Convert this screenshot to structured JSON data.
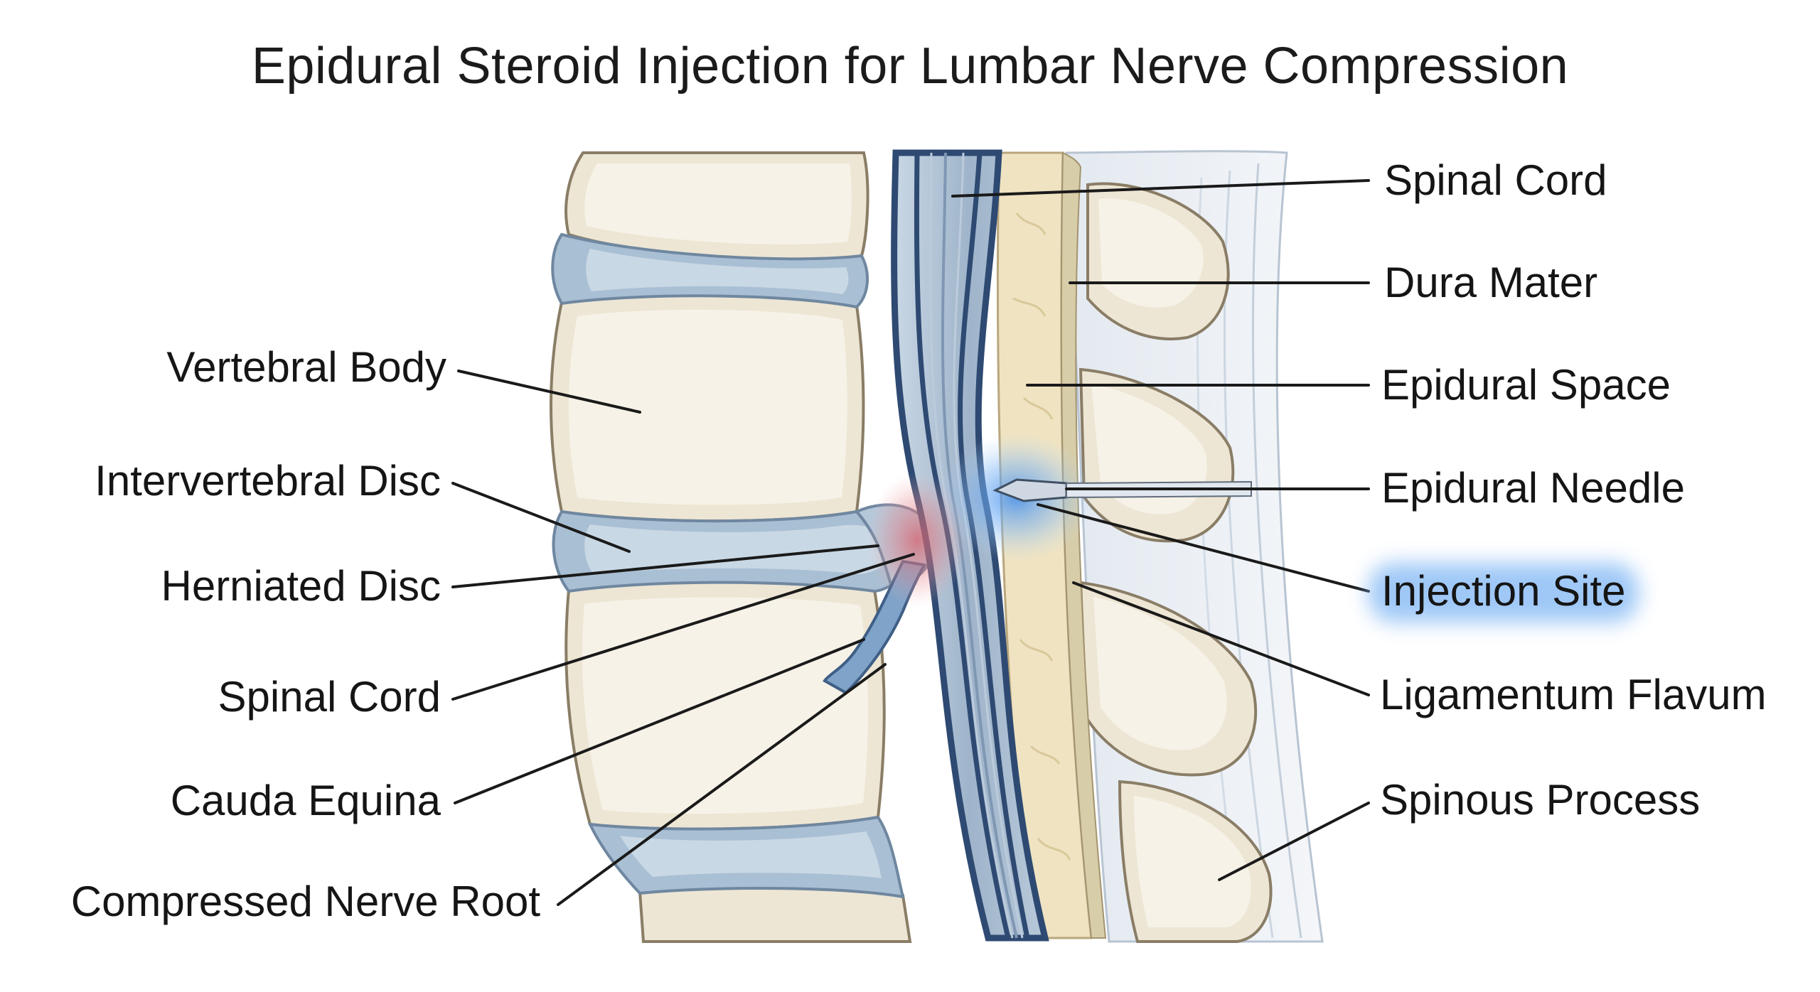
{
  "title": "Epidural Steroid Injection for Lumbar Nerve Compression",
  "labels": {
    "left": {
      "vertebral_body": "Vertebral Body",
      "intervertebral_disc": "Intervertebral Disc",
      "herniated_disc": "Herniated Disc",
      "spinal_cord": "Spinal Cord",
      "cauda_equina": "Cauda Equina",
      "compressed_nerve_root": "Compressed Nerve Root"
    },
    "right": {
      "spinal_cord": "Spinal Cord",
      "dura_mater": "Dura Mater",
      "epidural_space": "Epidural Space",
      "epidural_needle": "Epidural Needle",
      "injection_site": "Injection Site",
      "ligamentum_flavum": "Ligamentum Flavum",
      "spinous_process": "Spinous Process"
    }
  },
  "colors": {
    "bone": "#ede6d4",
    "disc": "#a9bfd3",
    "dura": "#2e4a72",
    "nerve": "#9fb4ca",
    "epidural_fat": "#efe3c2",
    "inflammation": "#d9606a",
    "injection_glow": "#4f9cf0"
  }
}
